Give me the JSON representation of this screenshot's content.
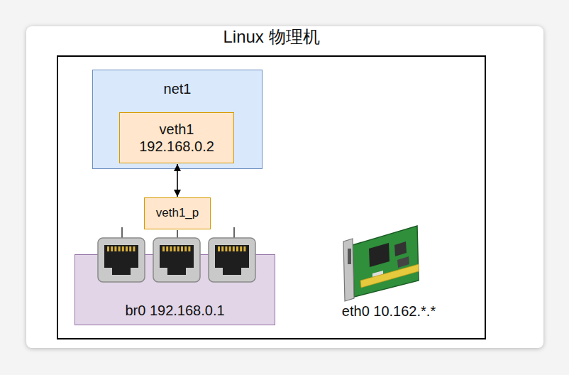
{
  "diagram": {
    "nodes": [
      {
        "text": [
          "Linux 物理机"
        ]
      },
      {
        "text": [
          "net1"
        ],
        "in": 0
      },
      {
        "text": [
          "veth1",
          "192.168.0.2"
        ],
        "in": 1
      },
      {
        "text": [
          "veth1_p"
        ],
        "in": 0
      },
      {
        "text": [
          "br0 192.168.0.1"
        ],
        "in": 0
      }
    ],
    "edges": [
      {
        "from": 2,
        "to": 3,
        "arrow": "both"
      }
    ],
    "labels": [
      "eth0 10.162.*.*"
    ]
  }
}
